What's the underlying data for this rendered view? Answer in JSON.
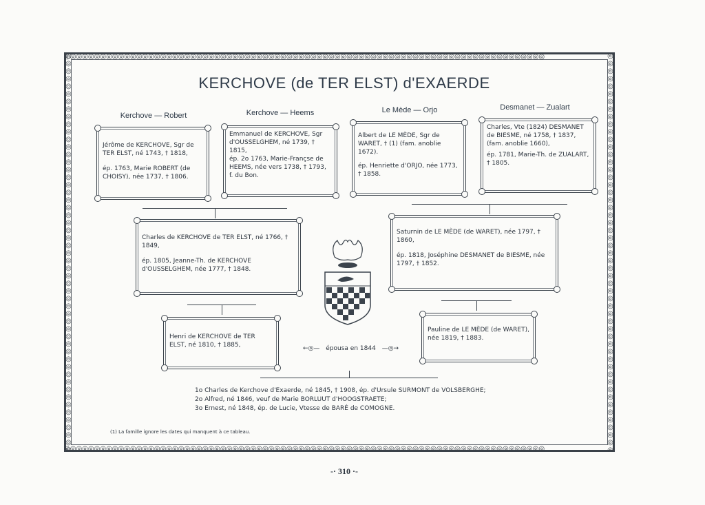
{
  "title": "KERCHOVE (de TER ELST) d'EXAERDE",
  "columns": [
    "Kerchove — Robert",
    "Kerchove — Heems",
    "Le Mède — Orjo",
    "Desmanet — Zualart"
  ],
  "boxes": {
    "jerome": [
      "Jérôme de KERCHOVE, Sgr de TER ELST, né 1743, † 1818,",
      "ép. 1763, Marie ROBERT (de CHOISY), née 1737, † 1806."
    ],
    "emmanuel": [
      "Emmanuel de KERCHOVE, Sgr d'OUSSELGHEM, né 1739, † 1815,",
      "ép. 2o 1763, Marie-Françse de HEEMS, née vers 1738, † 1793, f. du Bon."
    ],
    "albert": [
      "Albert de LE MÈDE, Sgr de WARET, † (1) (fam. anoblie 1672).",
      "ép. Henriette d'ORJO, née 1773, † 1858."
    ],
    "charles_desmanet": [
      "Charles, Vte (1824) DESMANET de BIESME, né 1758, † 1837, (fam. anoblie 1660),",
      "ép. 1781, Marie-Th. de ZUALART, † 1805."
    ],
    "charles_kerchove": [
      "Charles de KERCHOVE de TER ELST, né 1766, † 1849,",
      "ép. 1805, Jeanne-Th. de KERCHOVE d'OUSSELGHEM, née 1777, † 1848."
    ],
    "saturnin": [
      "Saturnin de LE MÈDE (de WARET), née 1797, † 1860,",
      "ép. 1818, Joséphine DESMANET de BIESME, née 1797, † 1852."
    ],
    "henri": [
      "Henri de KERCHOVE de TER ELST, né 1810, † 1885,"
    ],
    "pauline": [
      "Pauline de LE MÈDE (de WARET), née 1819, † 1883."
    ]
  },
  "married_label": "épousa en 1844",
  "children": [
    "1o Charles de Kerchove d'Exaerde, né 1845, † 1908, ép. d'Ursule SURMONT de VOLSBERGHE;",
    "2o Alfred, né 1846, veuf de Marie BORLUUT d'HOOGSTRAETE;",
    "3o Ernest, né 1848, ép. de Lucie, Vtesse de BARÉ de COMOGNE."
  ],
  "footnote": "(1) La famille ignore les dates qui manquent à ce tableau.",
  "page_number": "310",
  "ornament_glyph": "◎"
}
